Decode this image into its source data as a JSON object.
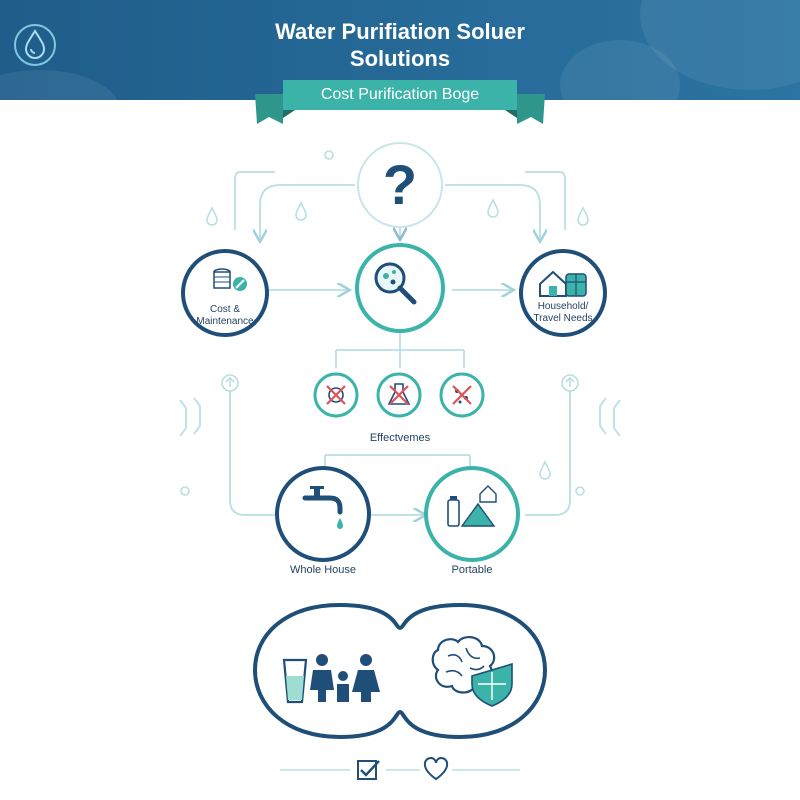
{
  "header": {
    "title_line1": "Water Purifiation Soluer",
    "title_line2": "Solutions",
    "ribbon": "Cost   Purification Boge"
  },
  "nodes": {
    "cost_line1": "Cost &",
    "cost_line2": "Maintenance",
    "household_line1": "Household/",
    "household_line2": "Travel Needs",
    "effectiveness": "Effectvemes",
    "whole_house": "Whole House",
    "portable": "Portable"
  },
  "colors": {
    "navy": "#1f4e79",
    "teal": "#3bb3a8",
    "light_line": "#b9dfe3",
    "header": "#266a98",
    "ribbon": "#3bb3a8"
  },
  "icons": [
    "water-drop-logo-icon",
    "question-icon",
    "magnifier-icon",
    "coins-wrench-icon",
    "house-luggage-icon",
    "contaminant-icons",
    "faucet-icon",
    "bottle-tent-icon",
    "family-water-icon",
    "brain-shield-icon",
    "checkbox-icon",
    "heart-icon"
  ]
}
